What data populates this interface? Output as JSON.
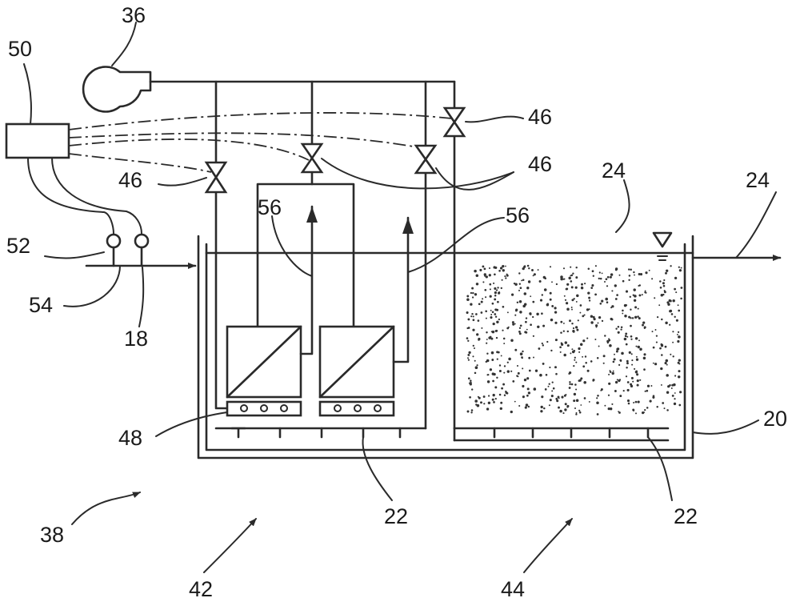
{
  "labels": {
    "blower": "36",
    "controller": "50",
    "valve_group_right": "46",
    "valve_left": "46",
    "valve_group_mid": "46",
    "sensor_a": "52",
    "sensor_b": "54",
    "inlet": "18",
    "permeate_left": "56",
    "permeate_right": "56",
    "sludge": "24",
    "outlet": "24",
    "tank": "20",
    "diffuser_module": "48",
    "aerators_left": "22",
    "aerators_right": "22",
    "system": "38",
    "membrane_zone": "42",
    "bio_zone": "44"
  }
}
